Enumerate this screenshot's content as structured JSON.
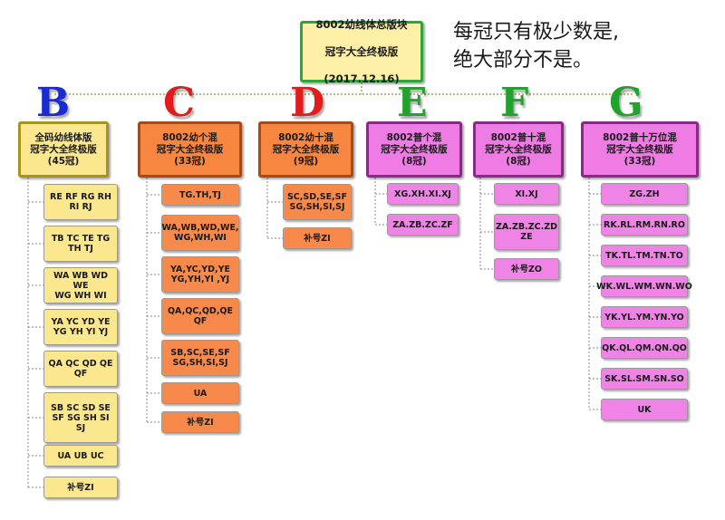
{
  "root": {
    "lines": [
      "8002幼线体总版块",
      "冠字大全终极版",
      "(2017.12.16)"
    ]
  },
  "note": {
    "line1": "每冠只有极少数是,",
    "line2": "绝大部分不是。"
  },
  "colors": {
    "green": "#2fa43b",
    "connector": "#9aa85a",
    "tree_line": "#888888"
  },
  "columns": [
    {
      "letter": "B",
      "letter_color": "#1a2bd4",
      "head_fill": "#fbe78e",
      "head_border": "#a8931e",
      "item_fill": "#fbe78e",
      "head": "全码幼线体版\n冠字大全终极版\n(45冠)",
      "items": [
        "RE RF RG RH\nRI RJ",
        "TB TC TE TG\nTH TJ",
        "WA WB WD WE\nWG WH WI",
        "YA YC YD YE\nYG YH YI YJ",
        "QA QC QD QE\nQF",
        "SB SC SD SE\nSF SG SH SI\nSJ",
        "UA UB UC",
        "补号ZI"
      ]
    },
    {
      "letter": "C",
      "letter_color": "#e31b1b",
      "head_fill": "#f78640",
      "head_border": "#a84a15",
      "item_fill": "#f78a4a",
      "head": "8002幼个混\n冠字大全终极版\n(33冠)",
      "items": [
        "TG.TH,TJ",
        "WA,WB,WD,WE,\nWG,WH,WI",
        "YA,YC,YD,YE\nYG,YH,YI ,YJ",
        "QA,QC,QD,QE\nQF",
        "SB,SC,SE,SF\nSG,SH,SI,SJ",
        "UA",
        "补号ZI"
      ]
    },
    {
      "letter": "D",
      "letter_color": "#e31b1b",
      "head_fill": "#f78640",
      "head_border": "#a84a15",
      "item_fill": "#f78a4a",
      "head": "8002幼十混\n冠字大全终极版\n(9冠)",
      "items": [
        "SC,SD,SE,SF\nSG,SH,SI,SJ",
        "补号ZI"
      ]
    },
    {
      "letter": "E",
      "letter_color": "#1fa32b",
      "head_fill": "#ee7ce4",
      "head_border": "#8a2a86",
      "item_fill": "#ef84e6",
      "head": "8002普个混\n冠字大全终极版\n(8冠)",
      "items": [
        "XG.XH.XI.XJ",
        "ZA.ZB.ZC.ZF"
      ]
    },
    {
      "letter": "F",
      "letter_color": "#1fa32b",
      "head_fill": "#ee7ce4",
      "head_border": "#8a2a86",
      "item_fill": "#ef84e6",
      "head": "8002普十混\n冠字大全终极版\n(8冠)",
      "items": [
        "XI.XJ",
        "ZA.ZB.ZC.ZD\nZE",
        "补号ZO"
      ]
    },
    {
      "letter": "G",
      "letter_color": "#1fa32b",
      "head_fill": "#ee7ce4",
      "head_border": "#8a2a86",
      "item_fill": "#ef84e6",
      "head": "8002普十万位混\n冠字大全终极版\n(33冠)",
      "items": [
        "ZG.ZH",
        "RK.RL.RM.RN.RO",
        "TK.TL.TM.TN.TO",
        "WK.WL.WM.WN.WO",
        "YK.YL.YM.YN.YO",
        "QK.QL.QM.QN.QO",
        "SK.SL.SM.SN.SO",
        "UK"
      ]
    }
  ]
}
